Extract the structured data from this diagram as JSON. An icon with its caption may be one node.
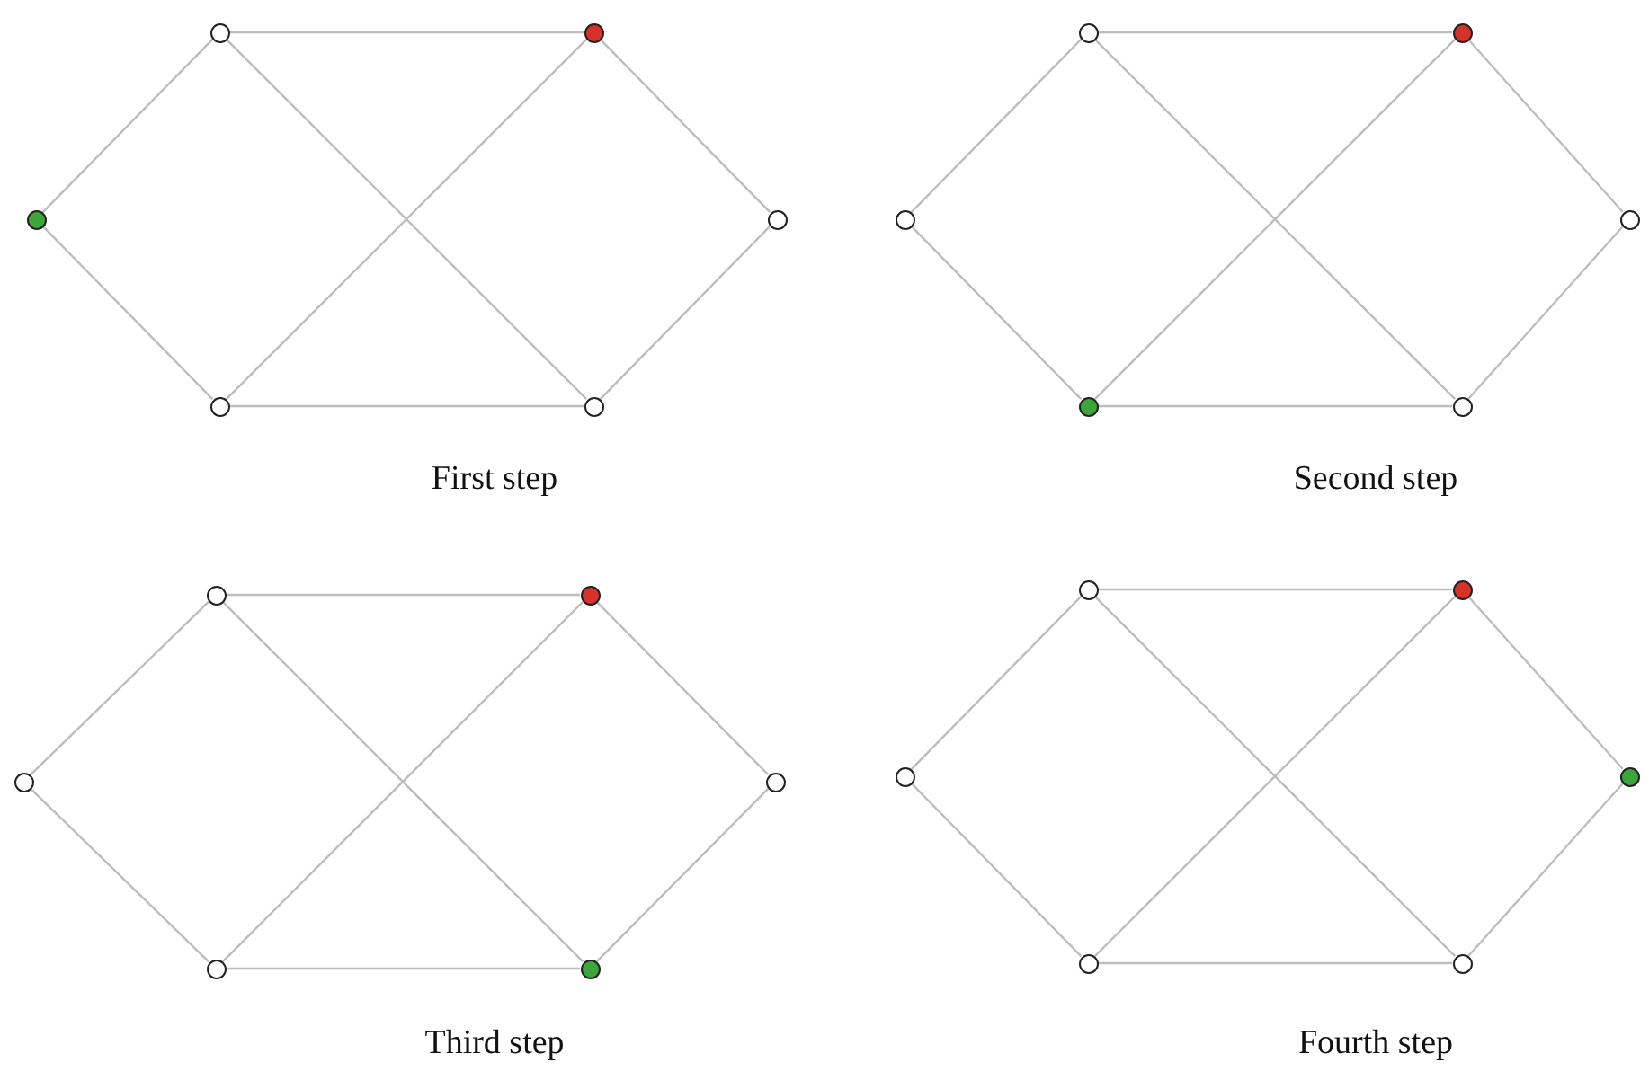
{
  "diagram": {
    "nodes": [
      {
        "text": [],
        "shape": "circle"
      },
      {
        "text": [],
        "shape": "circle"
      },
      {
        "text": [],
        "shape": "circle"
      },
      {
        "text": [],
        "shape": "circle"
      },
      {
        "text": [],
        "shape": "circle"
      },
      {
        "text": [],
        "shape": "circle"
      },
      {
        "text": [],
        "shape": "circle"
      },
      {
        "text": [],
        "shape": "circle"
      },
      {
        "text": [],
        "shape": "circle"
      },
      {
        "text": [],
        "shape": "circle"
      },
      {
        "text": [],
        "shape": "circle"
      },
      {
        "text": [],
        "shape": "circle"
      },
      {
        "text": [],
        "shape": "circle"
      },
      {
        "text": [],
        "shape": "circle"
      },
      {
        "text": [],
        "shape": "circle"
      },
      {
        "text": [],
        "shape": "circle"
      },
      {
        "text": [],
        "shape": "circle"
      },
      {
        "text": [],
        "shape": "circle"
      },
      {
        "text": [],
        "shape": "circle"
      },
      {
        "text": [],
        "shape": "circle"
      },
      {
        "text": [],
        "shape": "circle"
      },
      {
        "text": [],
        "shape": "circle"
      },
      {
        "text": [],
        "shape": "circle"
      },
      {
        "text": [],
        "shape": "circle"
      }
    ],
    "edges": [
      {
        "from": 0,
        "to": 1,
        "arrow": "none"
      },
      {
        "from": 0,
        "to": 2,
        "arrow": "none"
      },
      {
        "from": 1,
        "to": 3,
        "arrow": "none"
      },
      {
        "from": 1,
        "to": 4,
        "arrow": "none"
      },
      {
        "from": 2,
        "to": 3,
        "arrow": "none"
      },
      {
        "from": 2,
        "to": 4,
        "arrow": "none"
      },
      {
        "from": 3,
        "to": 5,
        "arrow": "none"
      },
      {
        "from": 4,
        "to": 5,
        "arrow": "none"
      },
      {
        "from": 6,
        "to": 7,
        "arrow": "none"
      },
      {
        "from": 6,
        "to": 8,
        "arrow": "none"
      },
      {
        "from": 7,
        "to": 9,
        "arrow": "none"
      },
      {
        "from": 7,
        "to": 10,
        "arrow": "none"
      },
      {
        "from": 8,
        "to": 9,
        "arrow": "none"
      },
      {
        "from": 8,
        "to": 10,
        "arrow": "none"
      },
      {
        "from": 9,
        "to": 11,
        "arrow": "none"
      },
      {
        "from": 10,
        "to": 11,
        "arrow": "none"
      },
      {
        "from": 12,
        "to": 13,
        "arrow": "none"
      },
      {
        "from": 12,
        "to": 14,
        "arrow": "none"
      },
      {
        "from": 13,
        "to": 15,
        "arrow": "none"
      },
      {
        "from": 13,
        "to": 16,
        "arrow": "none"
      },
      {
        "from": 14,
        "to": 15,
        "arrow": "none"
      },
      {
        "from": 14,
        "to": 16,
        "arrow": "none"
      },
      {
        "from": 15,
        "to": 17,
        "arrow": "none"
      },
      {
        "from": 16,
        "to": 17,
        "arrow": "none"
      },
      {
        "from": 18,
        "to": 19,
        "arrow": "none"
      },
      {
        "from": 18,
        "to": 20,
        "arrow": "none"
      },
      {
        "from": 19,
        "to": 21,
        "arrow": "none"
      },
      {
        "from": 19,
        "to": 22,
        "arrow": "none"
      },
      {
        "from": 20,
        "to": 21,
        "arrow": "none"
      },
      {
        "from": 20,
        "to": 22,
        "arrow": "none"
      },
      {
        "from": 21,
        "to": 23,
        "arrow": "none"
      },
      {
        "from": 22,
        "to": 23,
        "arrow": "none"
      }
    ],
    "labels": [
      "First step",
      "Second step",
      "Third step",
      "Fourth step"
    ]
  }
}
